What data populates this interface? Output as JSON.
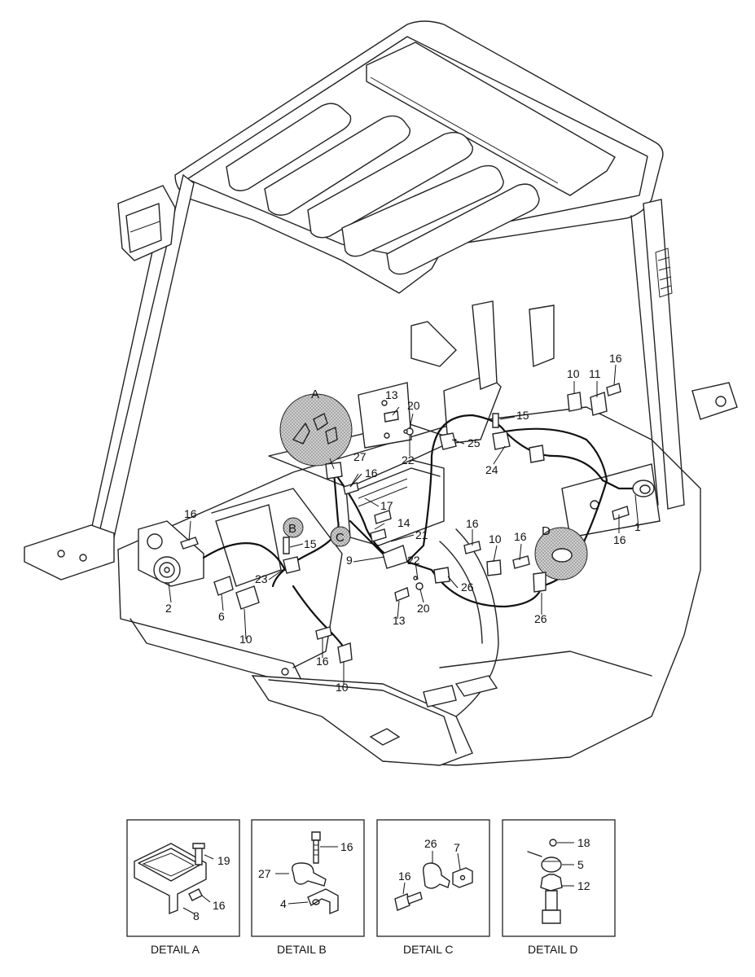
{
  "details": [
    {
      "letter": "A",
      "label": "DETAIL A",
      "parts": [
        "19",
        "16",
        "8"
      ]
    },
    {
      "letter": "B",
      "label": "DETAIL B",
      "parts": [
        "16",
        "27",
        "4"
      ]
    },
    {
      "letter": "C",
      "label": "DETAIL C",
      "parts": [
        "26",
        "7",
        "16"
      ]
    },
    {
      "letter": "D",
      "label": "DETAIL D",
      "parts": [
        "18",
        "5",
        "12"
      ]
    }
  ],
  "callouts": [
    "1",
    "2",
    "6",
    "9",
    "10",
    "11",
    "13",
    "14",
    "15",
    "16",
    "17",
    "20",
    "21",
    "22",
    "23",
    "24",
    "25",
    "26",
    "27"
  ]
}
